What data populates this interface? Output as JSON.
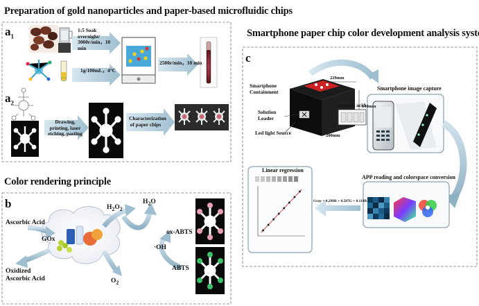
{
  "titles": {
    "gold": "Preparation of gold nanoparticles and paper-based microfluidic chips",
    "smartphone": "Smartphone paper chip color development analysis system",
    "color": "Color rendering principle"
  },
  "panel_labels": {
    "a": "a",
    "a1_sub": "1",
    "a2_sub": "2",
    "b": "b",
    "c": "c"
  },
  "a1": {
    "soak": "1:5 Soak overnight/ 3000r/min，10 min",
    "cond1": "1g/100mL，4°C",
    "cond2": "2500r/min，10 min"
  },
  "a2": {
    "drawing": "Drawing, printing, laser etching, pasting",
    "characterization": "Characterization of paper chips"
  },
  "b": {
    "ascorbic_acid": "Ascorbic Acid",
    "gox": "GOx",
    "h2o2_main": "H",
    "h2o2_sub1": "2",
    "h2o2_mid": "O",
    "h2o2_sub2": "2",
    "h2o_main": "H",
    "h2o_sub": "2",
    "h2o_end": "O",
    "oxidized": "Oxidized",
    "oxidized2": "Ascorbic Acid",
    "o2_main": "O",
    "o2_sub": "2",
    "oh": "·OH",
    "ox_abts": "ox-ABTS",
    "abts": "ABTS"
  },
  "c": {
    "containment1": "Smartphone",
    "containment2": "Containment",
    "dim_top": "220mm",
    "dim_side": "140mm",
    "dim_bottom": "200mm",
    "solution1": "Solution",
    "solution2": "Loader",
    "led": "Led light Source",
    "ascorbic_acid": "ascorbic acid",
    "capture": "Smartphone image capture",
    "app": "APP reading and colorspace conversion",
    "equation": "Gray = 0.299R + 0.587G + 0.114B",
    "linear": "Linear regression"
  },
  "chart_data": {
    "type": "scatter",
    "title": "",
    "xlabel": "",
    "ylabel": "",
    "x": [
      0.5,
      1.0,
      1.5,
      2.0,
      2.5,
      3.0,
      3.5,
      4.0
    ],
    "y": [
      0.5,
      1.0,
      1.5,
      2.0,
      2.5,
      3.0,
      3.5,
      4.0
    ],
    "xlim": [
      0,
      4.5
    ],
    "ylim": [
      0,
      4.5
    ],
    "fit": true
  },
  "colors": {
    "arrow": "#a9c7d6",
    "arrow_dark": "#6f93a7",
    "gold_red": "#7a1e22",
    "chip_pink": "#e5a0b4",
    "chip_green": "#3cc06a",
    "chip_bg": "#0a0a0a"
  }
}
